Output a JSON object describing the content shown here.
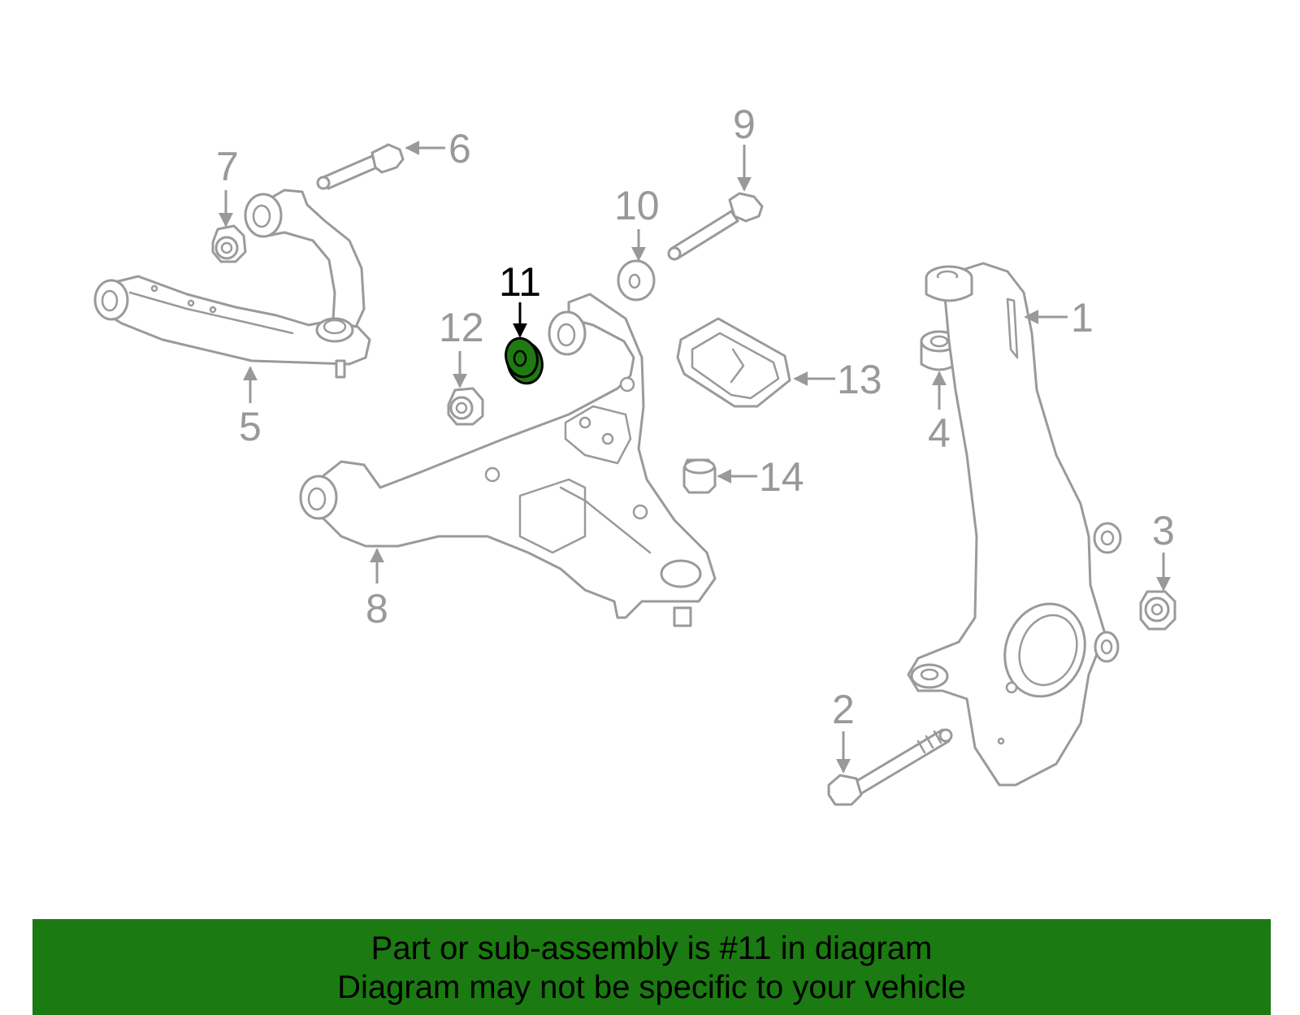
{
  "diagram": {
    "highlighted_part": "11",
    "callouts": {
      "c1": "1",
      "c2": "2",
      "c3": "3",
      "c4": "4",
      "c5": "5",
      "c6": "6",
      "c7": "7",
      "c8": "8",
      "c9": "9",
      "c10": "10",
      "c11": "11",
      "c12": "12",
      "c13": "13",
      "c14": "14"
    },
    "colors": {
      "line_art": "#9a9a9a",
      "highlight_fill": "#1f7a12",
      "banner_background": "#1b7a11"
    }
  },
  "banner": {
    "line1": "Part or sub-assembly is #11 in diagram",
    "line2": "Diagram may not be specific to your vehicle"
  }
}
